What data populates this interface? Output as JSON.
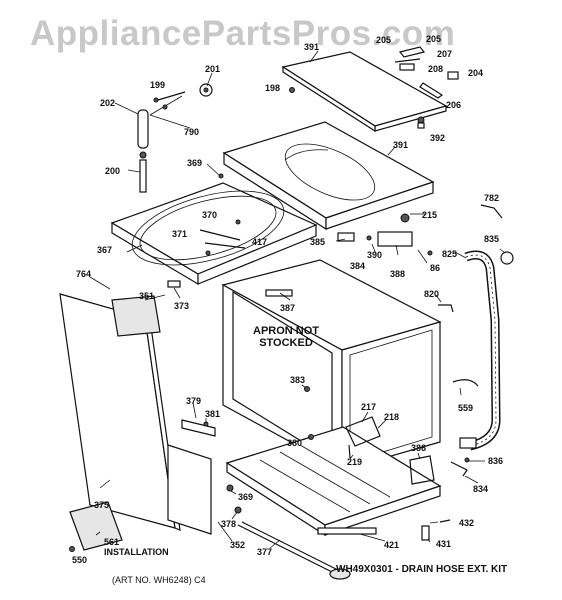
{
  "watermark": "AppliancePartsPros.com",
  "labels": {
    "l199": "199",
    "l201": "201",
    "l202": "202",
    "l790": "790",
    "l200": "200",
    "l198": "198",
    "l391a": "391",
    "l391b": "391",
    "l205a": "205",
    "l205b": "205",
    "l207": "207",
    "l208": "208",
    "l204": "204",
    "l206": "206",
    "l392": "392",
    "l369a": "369",
    "l369b": "369",
    "l370": "370",
    "l371": "371",
    "l417": "417",
    "l367": "367",
    "l385": "385",
    "l215": "215",
    "l782": "782",
    "l835": "835",
    "l390": "390",
    "l384": "384",
    "l388": "388",
    "l86": "86",
    "l825": "825",
    "l764": "764",
    "l351": "351",
    "l373": "373",
    "l387": "387",
    "l820": "820",
    "l383": "383",
    "l559": "559",
    "l379": "379",
    "l381": "381",
    "l217": "217",
    "l218": "218",
    "l380": "380",
    "l219": "219",
    "l386": "386",
    "l836": "836",
    "l834": "834",
    "l375": "375",
    "l378": "378",
    "l352": "352",
    "l377": "377",
    "l421": "421",
    "l432": "432",
    "l431": "431",
    "l561": "561",
    "l550": "550"
  },
  "apron_note": [
    "APRON NOT",
    "STOCKED"
  ],
  "installation_label": "INSTALLATION",
  "drain_hose_note": "WH49X0301 - DRAIN HOSE EXT. KIT",
  "art_no": "(ART NO. WH6248) C4"
}
